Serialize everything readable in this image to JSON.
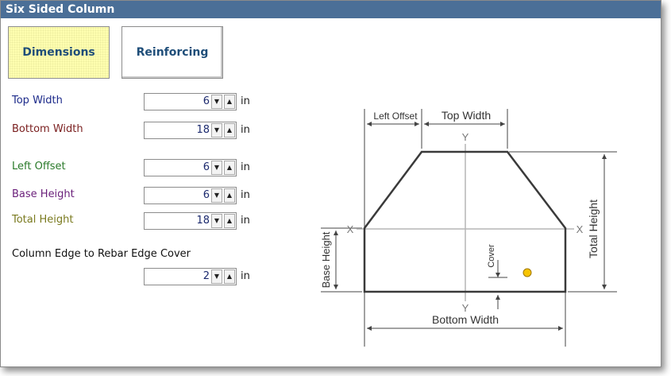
{
  "window": {
    "title": "Six Sided Column"
  },
  "tabs": {
    "dimensions": "Dimensions",
    "reinforcing": "Reinforcing"
  },
  "fields": [
    {
      "label": "Top Width",
      "value": "6",
      "unit": "in",
      "color": "#1c2a8a"
    },
    {
      "label": "Bottom Width",
      "value": "18",
      "unit": "in",
      "color": "#7a1f1f"
    },
    {
      "label": "Left Offset",
      "value": "6",
      "unit": "in",
      "color": "#2a7a2a"
    },
    {
      "label": "Base Height",
      "value": "6",
      "unit": "in",
      "color": "#6a1f7a"
    },
    {
      "label": "Total Height",
      "value": "18",
      "unit": "in",
      "color": "#7a7a1f"
    },
    {
      "label": "Column Edge to Rebar Edge Cover",
      "value": "2",
      "unit": "in",
      "color": "#111111"
    }
  ],
  "diagram": {
    "left_offset": "Left Offset",
    "top_width": "Top Width",
    "total_height": "Total Height",
    "base_height": "Base Height",
    "bottom_width": "Bottom Width",
    "cover": "Cover",
    "axis_x": "X",
    "axis_y": "Y"
  }
}
